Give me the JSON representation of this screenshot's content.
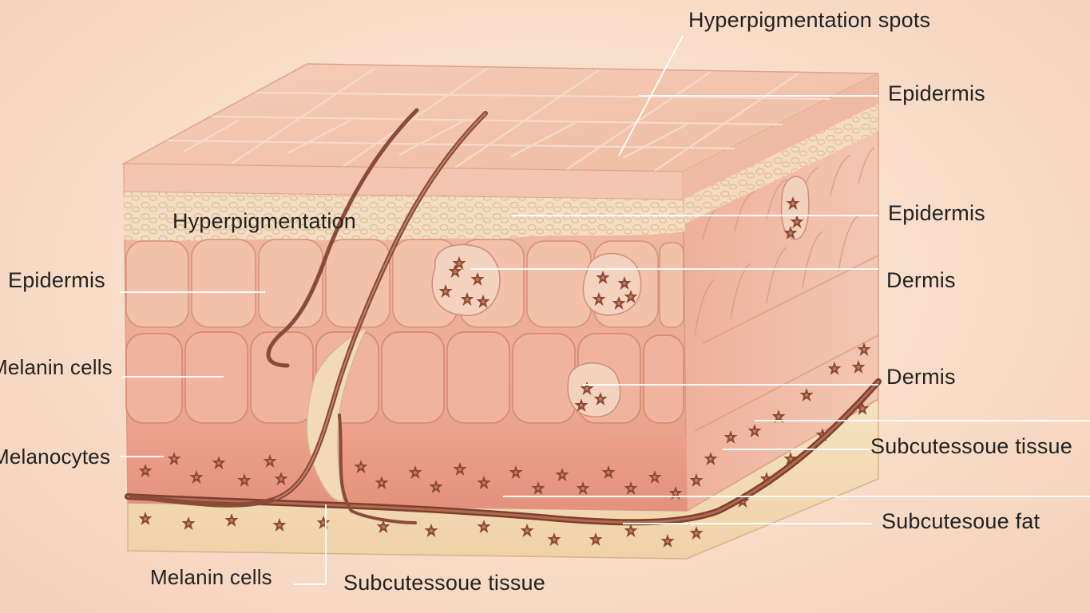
{
  "colors": {
    "background": "#f8ddc9",
    "epidermis_top": "#f1bfa6",
    "granular_layer": "#f3dcc0",
    "dermis": "#eeaa93",
    "dermis_deep": "#e59a83",
    "fat_layer": "#f4ddb8",
    "hair": "#8a4b3a",
    "melanin": "#8e4a34",
    "leader_line": "#ffffff",
    "label_text": "#222222"
  },
  "labels": {
    "hyperpigmentation_spots": "Hyperpigmentation spots",
    "epidermis_top_right": "Epidermis",
    "epidermis_mid_right": "Epidermis",
    "dermis_upper_right": "Dermis",
    "dermis_lower_right": "Dermis",
    "subcutaneous_tissue_right": "Subcutessoue tissue",
    "subcutaneous_fat_right": "Subcutesoue fat",
    "hyperpigmentation": "Hyperpigmentation",
    "epidermis_left": "Epidermis",
    "melanin_cells_left": "Melanin cells",
    "melanocytes_left": "Melanocytes",
    "melanin_cells_bottom": "Melanin cells",
    "subcutaneous_tissue_bottom": "Subcutessoue tissue"
  }
}
